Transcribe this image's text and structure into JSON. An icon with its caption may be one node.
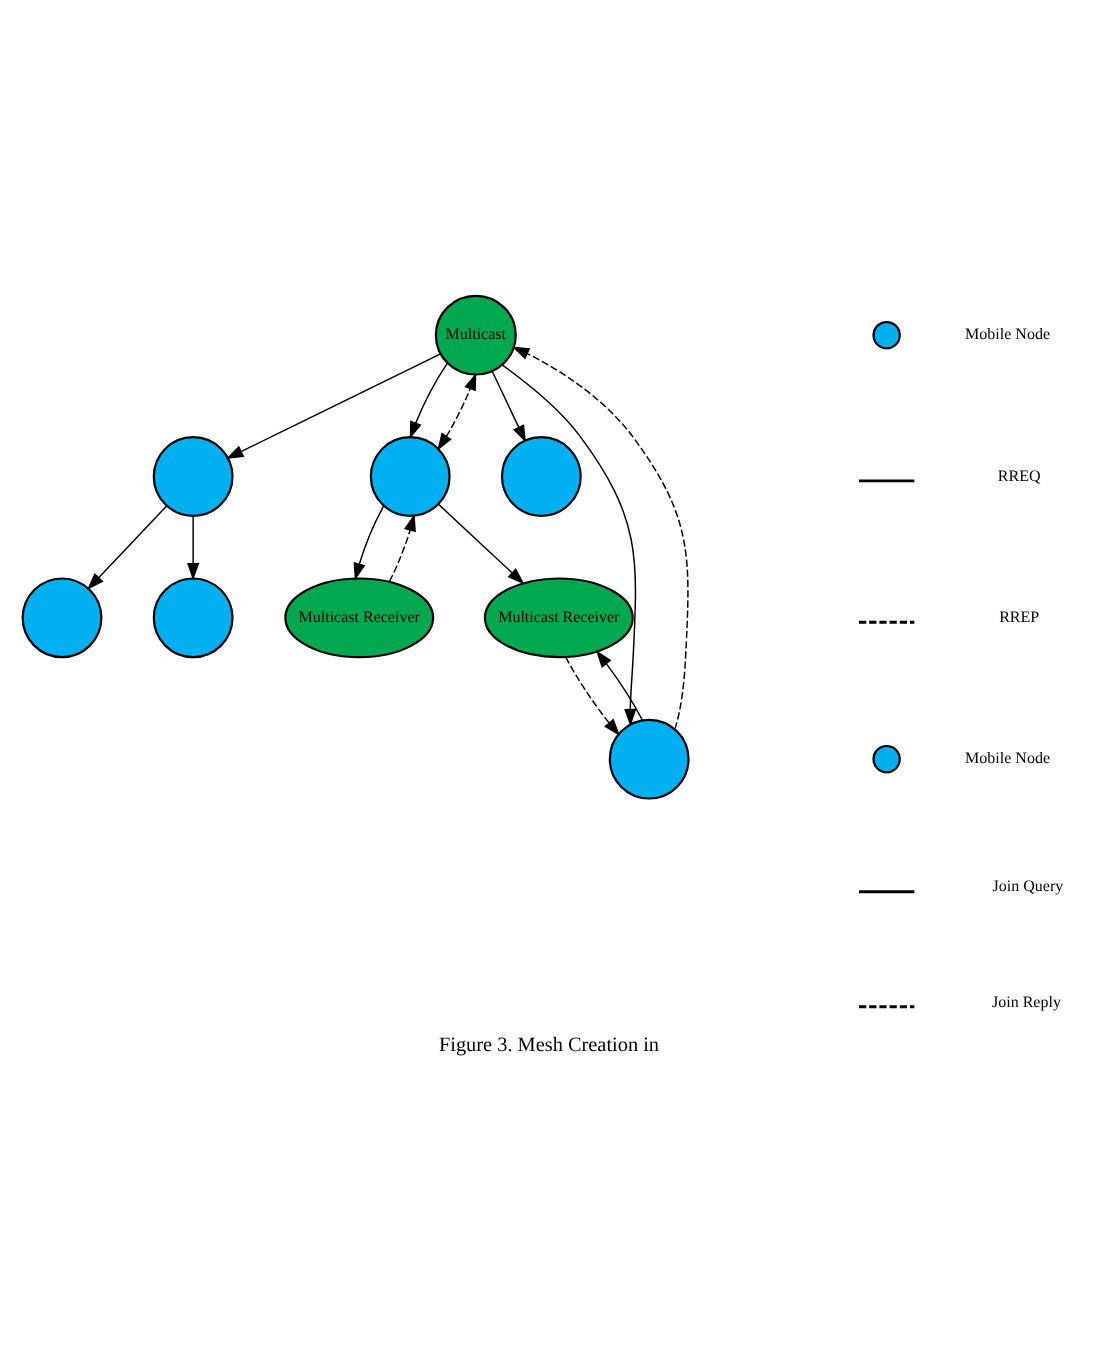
{
  "diagram": {
    "caption": "Figure 3. Mesh Creation in",
    "nodes": [
      {
        "text": [],
        "shape": "circle"
      },
      {
        "text": [],
        "shape": "circle"
      },
      {
        "text": [
          "Multicast"
        ]
      },
      {
        "text": [],
        "shape": "circle"
      },
      {
        "text": [
          "Multicast Receiver"
        ]
      },
      {
        "text": [],
        "shape": "circle"
      },
      {
        "text": [],
        "shape": "circle"
      },
      {
        "text": [],
        "shape": "circle"
      },
      {
        "text": [
          "Multicast Receiver"
        ]
      }
    ],
    "edges": [
      {
        "from": 2,
        "to": 1,
        "arrow": "to"
      },
      {
        "from": 1,
        "to": 0,
        "arrow": "to"
      },
      {
        "from": 1,
        "to": 3,
        "arrow": "to"
      },
      {
        "from": 2,
        "to": 5,
        "arrow": "to"
      },
      {
        "from": 2,
        "to": 6,
        "arrow": "to"
      },
      {
        "from": 2,
        "to": 7,
        "arrow": "to"
      },
      {
        "from": 5,
        "to": 4,
        "arrow": "to"
      },
      {
        "from": 5,
        "to": 8,
        "arrow": "to"
      },
      {
        "from": 7,
        "to": 8,
        "arrow": "to"
      },
      {
        "from": 4,
        "to": 5,
        "arrow": "to",
        "style": "dashed"
      },
      {
        "from": 5,
        "to": 2,
        "arrow": "both",
        "style": "dashed"
      },
      {
        "from": 7,
        "to": 2,
        "arrow": "to",
        "style": "dashed"
      },
      {
        "from": 8,
        "to": 7,
        "arrow": "to",
        "style": "dashed"
      }
    ],
    "legend": [
      {
        "text": "Mobile Node"
      },
      {
        "text": "RREQ"
      },
      {
        "text": "RREP"
      },
      {
        "text": "Mobile Node"
      },
      {
        "text": "Join Query"
      },
      {
        "text": "Join Reply"
      }
    ]
  }
}
